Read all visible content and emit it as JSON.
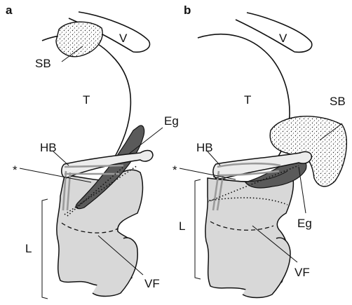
{
  "panels": [
    {
      "id": "a",
      "panel_label": "a",
      "labels": {
        "V": "V",
        "SB": "SB",
        "T": "T",
        "Eg": "Eg",
        "HB": "HB",
        "star": "*",
        "L": "L",
        "VF": "VF"
      }
    },
    {
      "id": "b",
      "panel_label": "b",
      "labels": {
        "V": "V",
        "SB": "SB",
        "T": "T",
        "Eg": "Eg",
        "HB": "HB",
        "star": "*",
        "L": "L",
        "VF": "VF"
      }
    }
  ],
  "colors": {
    "stroke": "#111111",
    "cartilage_fill": "#d8d8d8",
    "epiglottis_fill": "#5a5a5a",
    "ligament_gray": "#9a9a9a"
  }
}
